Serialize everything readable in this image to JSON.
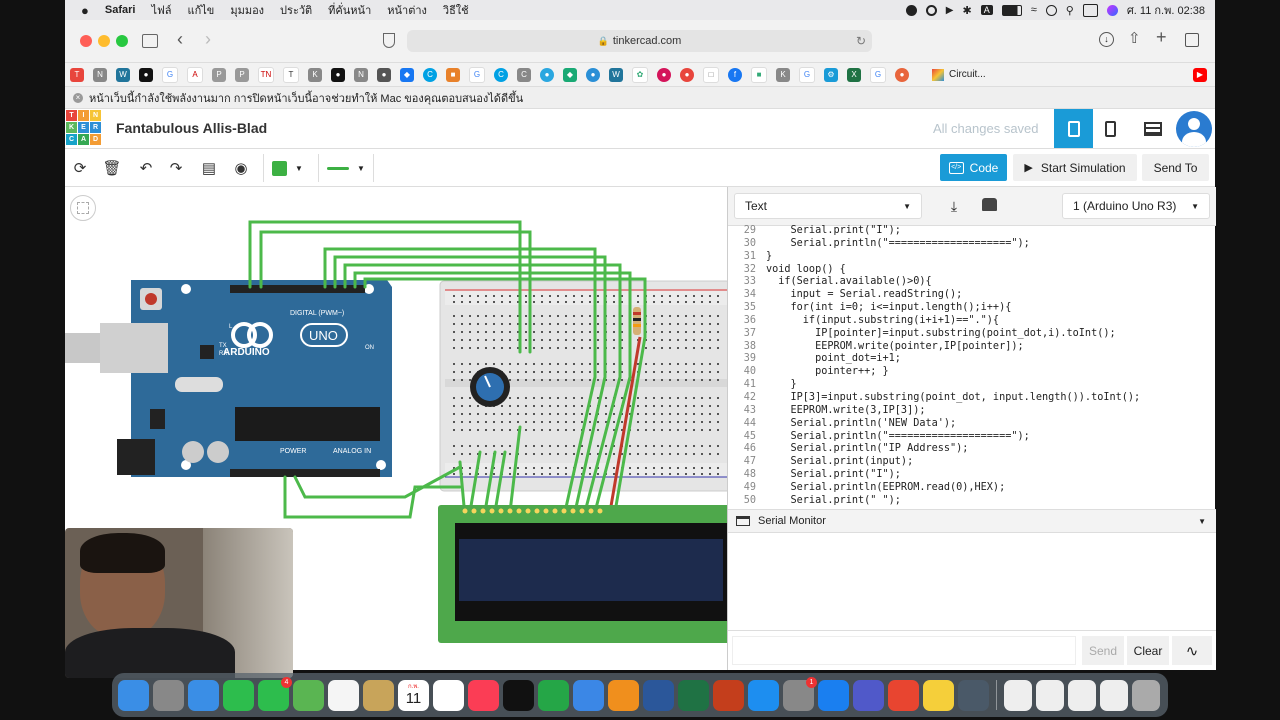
{
  "menubar": {
    "apple_icon": "apple-icon",
    "app_name": "Safari",
    "menus": [
      "ไฟล์",
      "แก้ไข",
      "มุมมอง",
      "ประวัติ",
      "ที่คั่นหน้า",
      "หน้าต่าง",
      "วิธีใช้"
    ],
    "clock": "ศ. 11 ก.พ.  02:38"
  },
  "browser": {
    "url": "tinkercad.com",
    "tab_title": "Circuit...",
    "notice": "หน้าเว็บนี้กำลังใช้พลังงานมาก การปิดหน้าเว็บนี้อาจช่วยทำให้ Mac ของคุณตอบสนองได้ดีขึ้น"
  },
  "tinkercad": {
    "logo_letters": [
      "T",
      "I",
      "N",
      "K",
      "E",
      "R",
      "C",
      "A",
      "D"
    ],
    "logo_colors": [
      "#e8453c",
      "#f39c34",
      "#f6c436",
      "#5cb85c",
      "#2e8fd6",
      "#2e8fd6",
      "#17a3c9",
      "#35a853",
      "#f39c34"
    ],
    "project_name": "Fantabulous Allis-Blad",
    "save_status": "All changes saved",
    "code_button": "Code",
    "start_simulation": "Start Simulation",
    "send_to": "Send To",
    "accent_color": "#1a9bd7"
  },
  "board": {
    "brand": "ARDUINO",
    "model": "UNO",
    "digital_label": "DIGITAL (PWM~)",
    "power_label": "POWER",
    "analog_label": "ANALOG IN",
    "on_label": "ON",
    "tx_label": "TX",
    "rx_label": "RX",
    "l_label": "L"
  },
  "code_panel": {
    "mode": "Text",
    "device": "1 (Arduino Uno R3)",
    "lines": [
      {
        "n": "29",
        "t": "    Serial.print(\"I\");"
      },
      {
        "n": "30",
        "t": "    Serial.println(\"====================\");"
      },
      {
        "n": "31",
        "t": "}"
      },
      {
        "n": "32",
        "t": "void loop() {"
      },
      {
        "n": "33",
        "t": "  if(Serial.available()>0){"
      },
      {
        "n": "34",
        "t": "    input = Serial.readString();"
      },
      {
        "n": "35",
        "t": "    for(int i=0; i<=input.length();i++){"
      },
      {
        "n": "36",
        "t": "      if(input.substring(i+i+1)==\".\"){"
      },
      {
        "n": "37",
        "t": "        IP[pointer]=input.substring(point_dot,i).toInt();"
      },
      {
        "n": "38",
        "t": "        EEPROM.write(pointer,IP[pointer]);"
      },
      {
        "n": "39",
        "t": "        point_dot=i+1;"
      },
      {
        "n": "40",
        "t": "        pointer++; }"
      },
      {
        "n": "41",
        "t": "    }"
      },
      {
        "n": "42",
        "t": "    IP[3]=input.substring(point_dot, input.length()).toInt();"
      },
      {
        "n": "43",
        "t": "    EEPROM.write(3,IP[3]);"
      },
      {
        "n": "44",
        "t": "    Serial.println('NEW Data');"
      },
      {
        "n": "45",
        "t": "    Serial.println(\"====================\");"
      },
      {
        "n": "46",
        "t": "    Serial.println(\"IP Address\");"
      },
      {
        "n": "47",
        "t": "    Serial.print(input);"
      },
      {
        "n": "48",
        "t": "    Serial.print(\"I\");"
      },
      {
        "n": "49",
        "t": "    Serial.println(EEPROM.read(0),HEX);"
      },
      {
        "n": "50",
        "t": "    Serial.print(\" \");"
      }
    ],
    "serial_monitor": "Serial Monitor",
    "send": "Send",
    "clear": "Clear"
  },
  "dock": {
    "calendar_month": "ก.พ.",
    "calendar_day": "11",
    "messages_badge": "4",
    "settings_badge": "1",
    "app_icons": [
      "finder-icon",
      "launchpad-icon",
      "mail-icon",
      "facetime-icon",
      "messages-icon",
      "maps-icon",
      "photos-icon",
      "notes-icon",
      "calendar-icon",
      "reminders-icon",
      "music-icon",
      "tv-icon",
      "numbers-icon",
      "keynote-icon",
      "pages-icon",
      "word-icon",
      "excel-icon",
      "powerpoint-icon",
      "appstore-icon",
      "settings-icon",
      "safari-icon",
      "teams-icon",
      "pencil-icon",
      "notes2-icon",
      "quicktime-icon",
      "folder-icon",
      "folder2-icon",
      "folder3-icon",
      "document-icon",
      "trash-icon"
    ],
    "app_colors": [
      "#3a8ee6",
      "#888",
      "#3a8ee6",
      "#2dbd4d",
      "#2dbd4d",
      "#5ab552",
      "#f5f5f5",
      "#c8a45a",
      "#fff",
      "#fff",
      "#fb3d55",
      "#111",
      "#25a647",
      "#3b87e6",
      "#f08f1d",
      "#2b579a",
      "#1f7244",
      "#c43e1c",
      "#1d8ef0",
      "#888",
      "#1a7ff0",
      "#5059c9",
      "#e84530",
      "#f5cf3a",
      "#4a5968",
      "#eee",
      "#eee",
      "#eee",
      "#eee",
      "#aaa"
    ]
  }
}
